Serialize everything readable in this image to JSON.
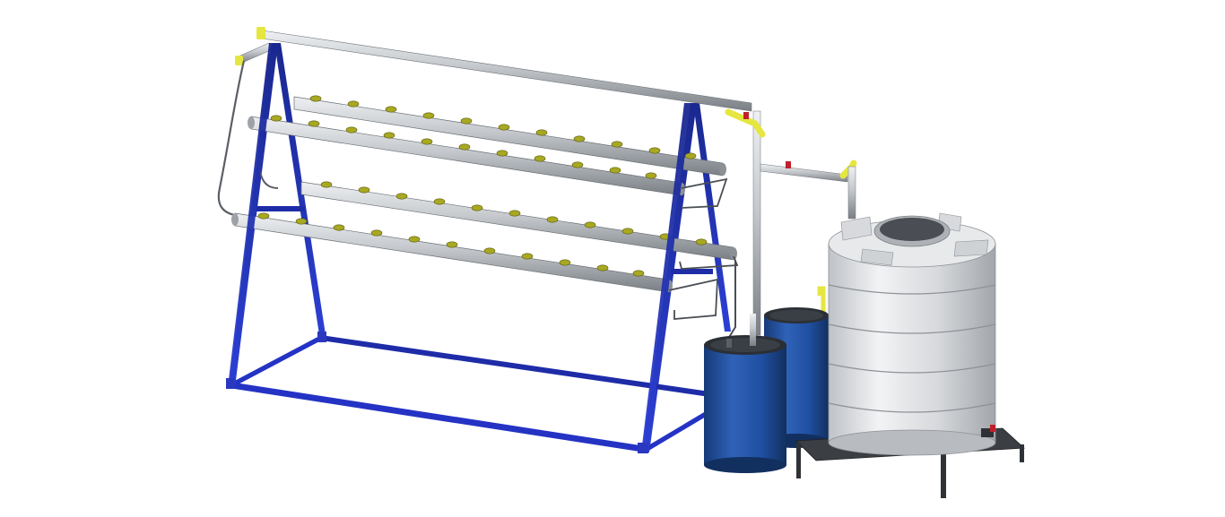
{
  "colors": {
    "background": "#ffffff",
    "frame": "#1c2a9e",
    "frame_light": "#2f3fd0",
    "pipe": "#b8bcc0",
    "pipe_dark": "#7c8186",
    "cup": "#8a8a1a",
    "cup_top": "#c8c830",
    "fitting": "#e6e640",
    "valve": "#c0202a",
    "barrel": "#1f4fa0",
    "barrel_dark": "#163a78",
    "lid": "#3a3f46",
    "tank": "#d7d9dc",
    "tank_shadow": "#9fa3a8",
    "stand": "#3b3f44"
  },
  "objects": {
    "frame": "a-frame-stand",
    "channels": "nft-channels",
    "reservoirs": "blue-barrels",
    "tank": "water-storage-tank"
  }
}
